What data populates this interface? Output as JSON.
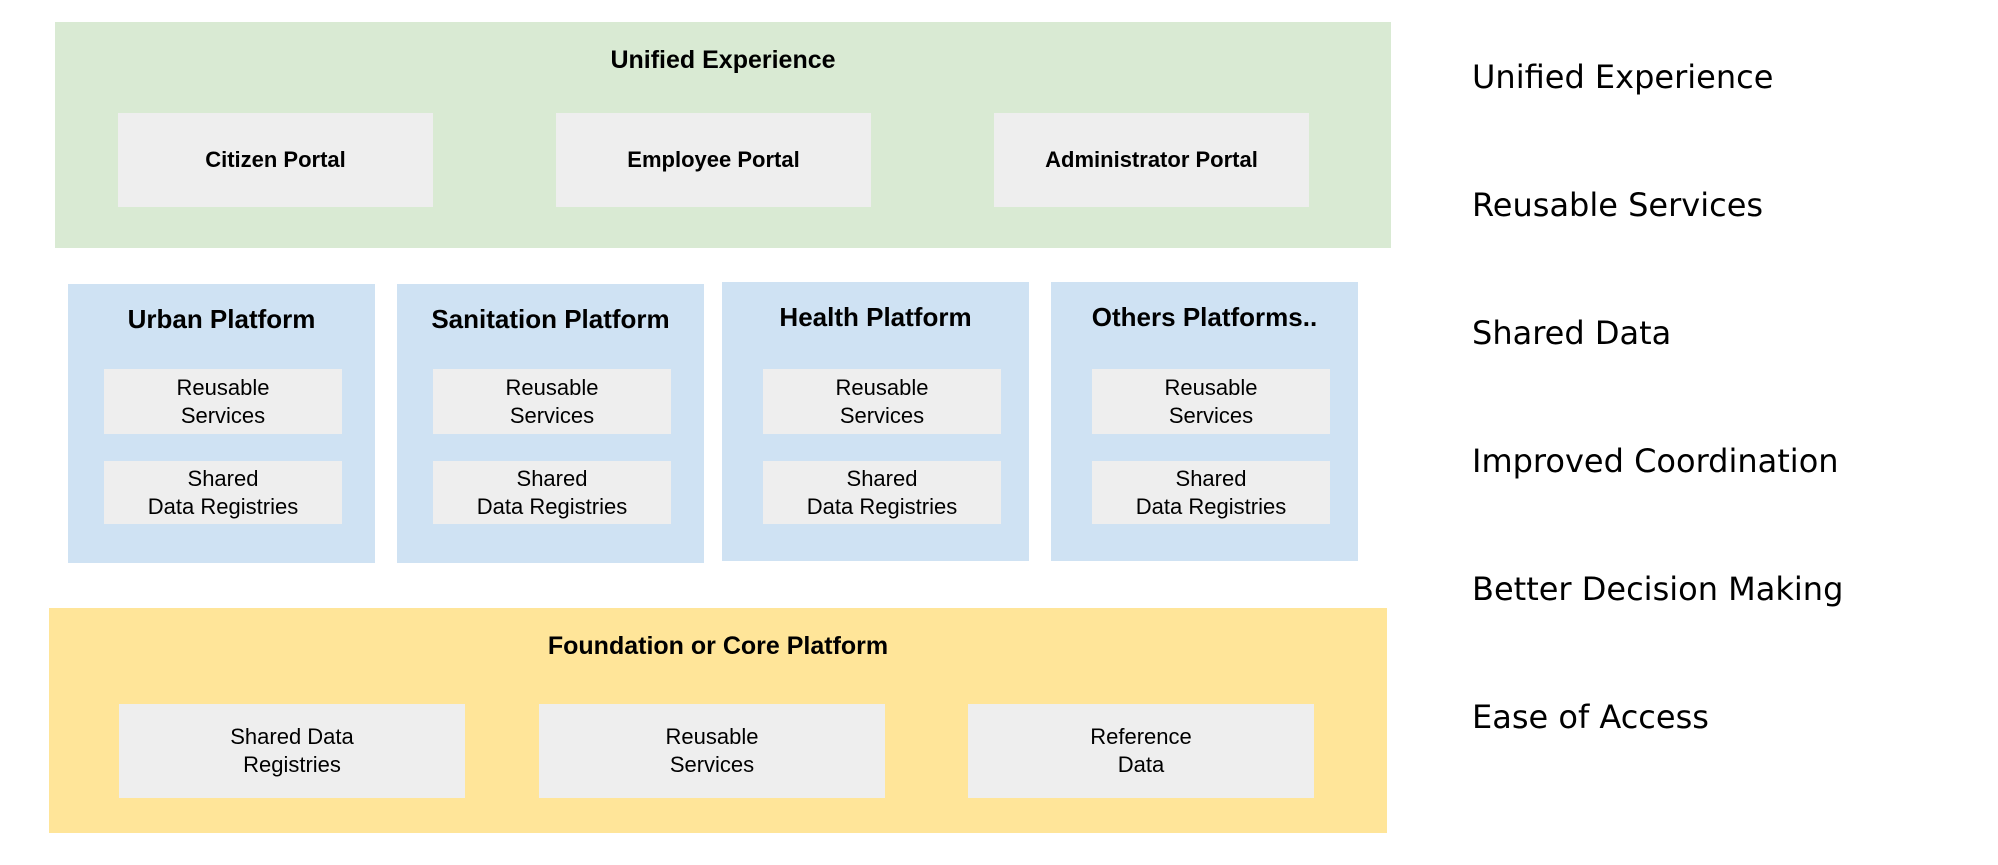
{
  "colors": {
    "unified_bg": "#d9ead3",
    "platform_bg": "#cfe2f3",
    "core_bg": "#ffe599",
    "box_bg": "#eeeeee"
  },
  "unified": {
    "title": "Unified Experience",
    "portals": [
      "Citizen Portal",
      "Employee Portal",
      "Administrator Portal"
    ]
  },
  "platforms": [
    {
      "title": "Urban Platform",
      "services": "Reusable\nServices",
      "registries": "Shared\nData Registries"
    },
    {
      "title": "Sanitation Platform",
      "services": "Reusable\nServices",
      "registries": "Shared\nData Registries"
    },
    {
      "title": "Health Platform",
      "services": "Reusable\nServices",
      "registries": "Shared\nData Registries"
    },
    {
      "title": "Others Platforms..",
      "services": "Reusable\nServices",
      "registries": "Shared\nData Registries"
    }
  ],
  "core": {
    "title": "Foundation or Core Platform",
    "items": [
      "Shared Data\nRegistries",
      "Reusable\nServices",
      "Reference\nData"
    ]
  },
  "benefits": [
    "Unified Experience",
    "Reusable Services",
    "Shared Data",
    "Improved Coordination",
    "Better Decision Making",
    "Ease of Access"
  ]
}
